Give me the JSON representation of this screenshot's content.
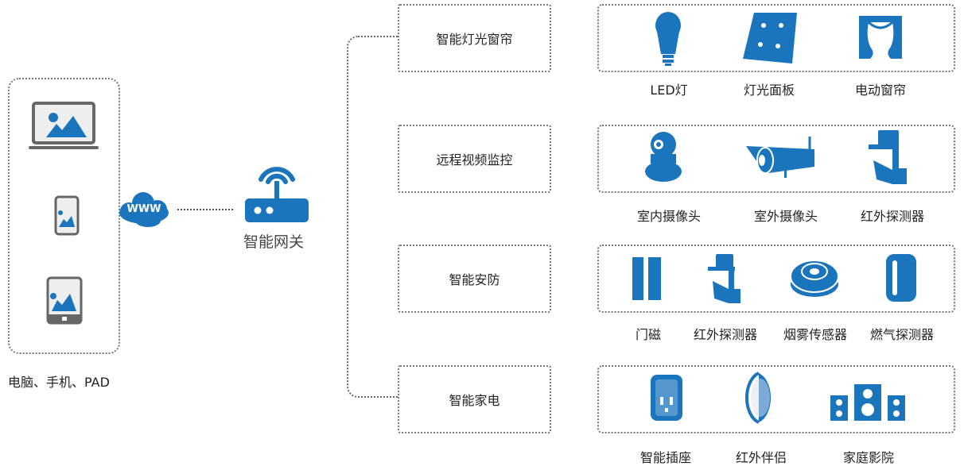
{
  "colors": {
    "accent": "#1b75bc",
    "gray": "#666666"
  },
  "clients": {
    "label": "电脑、手机、PAD",
    "icons": [
      "laptop-icon",
      "phone-icon",
      "tablet-icon"
    ]
  },
  "cloud": {
    "label": "WWW"
  },
  "gateway": {
    "label": "智能网关"
  },
  "categories": [
    {
      "label": "智能灯光窗帘",
      "devices": [
        "LED灯",
        "灯光面板",
        "电动窗帘"
      ]
    },
    {
      "label": "远程视频监控",
      "devices": [
        "室内摄像头",
        "室外摄像头",
        "红外探测器"
      ]
    },
    {
      "label": "智能安防",
      "devices": [
        "门磁",
        "红外探测器",
        "烟雾传感器",
        "燃气探测器"
      ]
    },
    {
      "label": "智能家电",
      "devices": [
        "智能插座",
        "红外伴侣",
        "家庭影院"
      ]
    }
  ]
}
